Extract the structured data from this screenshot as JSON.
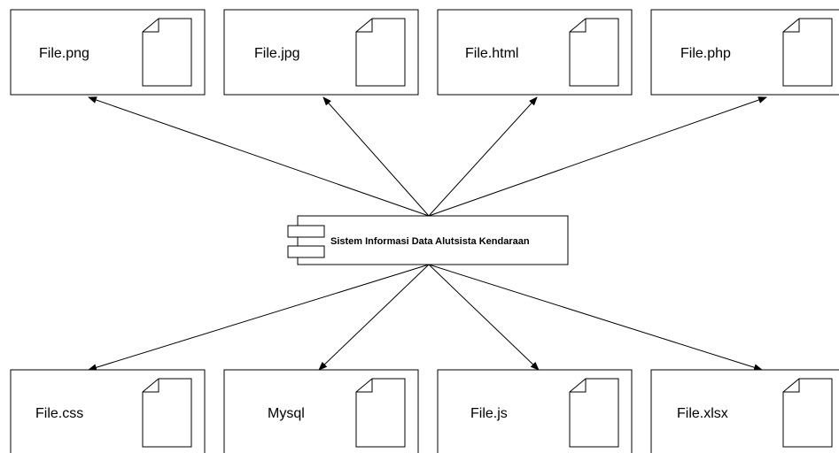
{
  "component": {
    "name": "Sistem Informasi Data Alutsista Kendaraan",
    "icon": "uml-component-icon"
  },
  "artifacts_top": [
    {
      "label": "File.png",
      "icon": "document-icon"
    },
    {
      "label": "File.jpg",
      "icon": "document-icon"
    },
    {
      "label": "File.html",
      "icon": "document-icon"
    },
    {
      "label": "File.php",
      "icon": "document-icon"
    }
  ],
  "artifacts_bottom": [
    {
      "label": "File.css",
      "icon": "document-icon"
    },
    {
      "label": "Mysql",
      "icon": "document-icon"
    },
    {
      "label": "File.js",
      "icon": "document-icon"
    },
    {
      "label": "File.xlsx",
      "icon": "document-icon"
    }
  ],
  "colors": {
    "stroke": "#000000",
    "background": "#ffffff"
  }
}
